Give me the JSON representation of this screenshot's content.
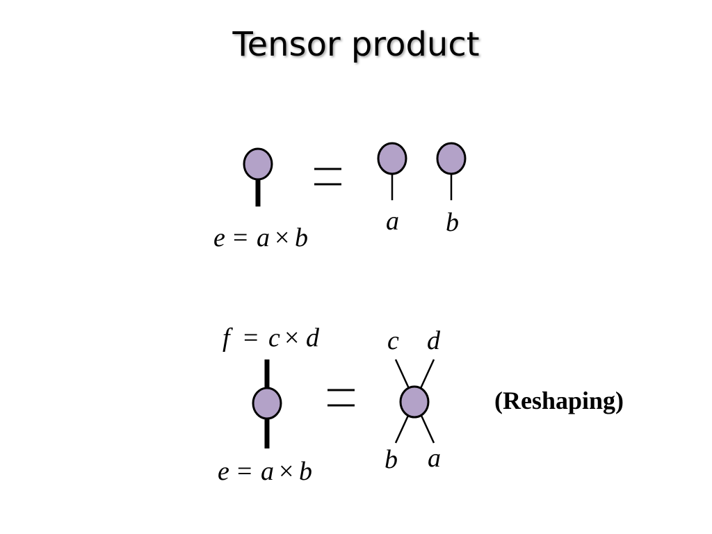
{
  "title": "Tensor product",
  "colors": {
    "node_fill": "#b3a2c8",
    "ink": "#000000"
  },
  "row1": {
    "left_label": {
      "lhs": "e",
      "eq": "=",
      "a": "a",
      "times": "×",
      "b": "b"
    },
    "leg_a_label": "a",
    "leg_b_label": "b"
  },
  "row2": {
    "top_label": {
      "lhs": "f",
      "eq": "=",
      "a": "c",
      "times": "×",
      "b": "d"
    },
    "bottom_label": {
      "lhs": "e",
      "eq": "=",
      "a": "a",
      "times": "×",
      "b": "b"
    },
    "leg_c_label": "c",
    "leg_d_label": "d",
    "leg_b_label": "b",
    "leg_a_label": "a",
    "note": "(Reshaping)"
  }
}
